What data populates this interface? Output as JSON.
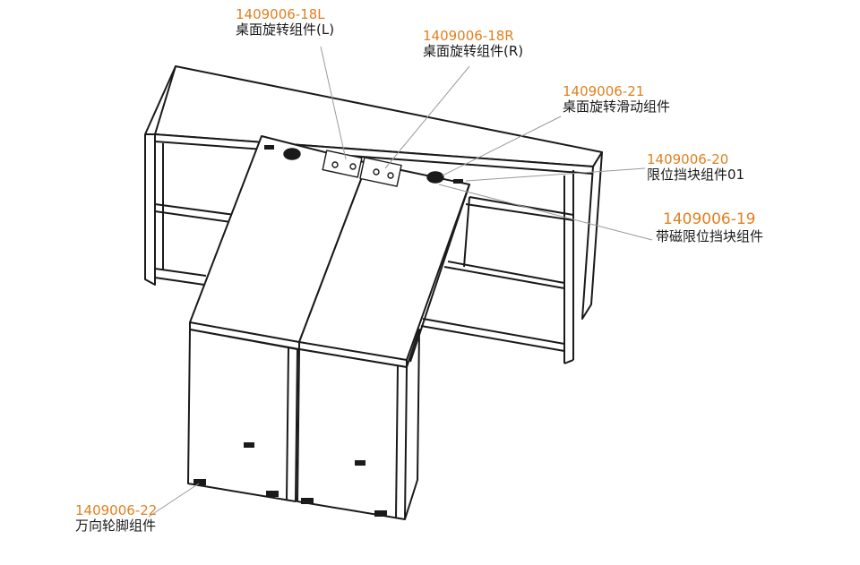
{
  "colors": {
    "part_number": "#e0801f",
    "label": "#1a1a1a",
    "line": "#1a1a1a",
    "leader": "#9a9a9a"
  },
  "callouts": [
    {
      "id": "rot-left",
      "part_number": "1409006-18L",
      "name": "桌面旋转组件(L)"
    },
    {
      "id": "rot-right",
      "part_number": "1409006-18R",
      "name": "桌面旋转组件(R)"
    },
    {
      "id": "rot-slide",
      "part_number": "1409006-21",
      "name": "桌面旋转滑动组件"
    },
    {
      "id": "stop-01",
      "part_number": "1409006-20",
      "name": "限位挡块组件01"
    },
    {
      "id": "mag-stop",
      "part_number": "1409006-19",
      "name": "带磁限位挡块组件"
    },
    {
      "id": "caster",
      "part_number": "1409006-22",
      "name": "万向轮脚组件"
    }
  ]
}
